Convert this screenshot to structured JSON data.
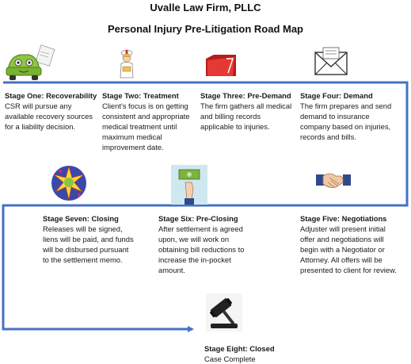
{
  "header": {
    "firm": "Uvalle Law Firm, PLLC",
    "title": "Personal Injury Pre-Litigation Road Map"
  },
  "stages": [
    {
      "title": "Stage One: Recoverability",
      "text": "CSR will pursue any available recovery sources for a liability decision.",
      "icon": "car-icon"
    },
    {
      "title": "Stage Two: Treatment",
      "text": "Client's focus is on getting consistent and appropriate medical treatment until maximum medical improvement date.",
      "icon": "nurse-icon"
    },
    {
      "title": "Stage Three: Pre-Demand",
      "text": "The firm gathers all medical and billing records applicable to injuries.",
      "icon": "folder-icon"
    },
    {
      "title": "Stage Four: Demand",
      "text": "The firm prepares and send demand to insurance company based on injuries, records and bills.",
      "icon": "envelope-icon"
    },
    {
      "title": "Stage Five: Negotiations",
      "text": "Adjuster will present initial offer and negotiations will begin with a Negotiator or Attorney. All offers will be presented to client for review.",
      "icon": "handshake-icon"
    },
    {
      "title": "Stage Six: Pre-Closing",
      "text": "After settlement is agreed upon, we will work on obtaining bill reductions to increase the in-pocket amount.",
      "icon": "money-hand-icon"
    },
    {
      "title": "Stage Seven: Closing",
      "text": "Releases will be signed, liens will be paid, and funds will be disbursed pursuant to the settlement memo.",
      "icon": "celebration-icon"
    },
    {
      "title": "Stage Eight: Closed",
      "text": "Case Complete",
      "icon": "gavel-icon"
    }
  ],
  "colors": {
    "path": "#4472c4",
    "folder": "#cc2222",
    "money": "#5a9a3a"
  }
}
